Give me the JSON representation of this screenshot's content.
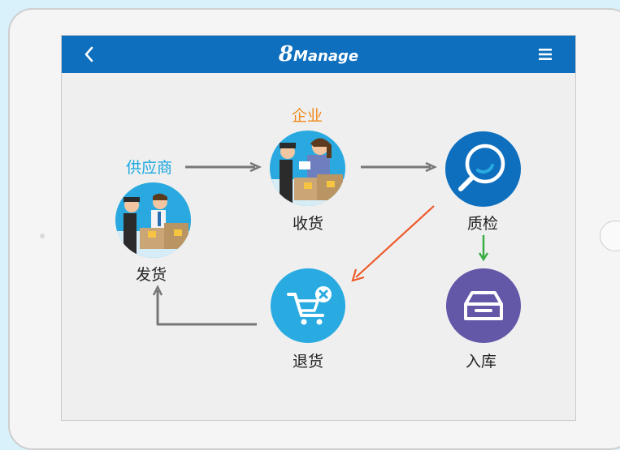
{
  "header": {
    "logo_number": "8",
    "logo_word": "Manage"
  },
  "flow": {
    "supplier_label": "供应商",
    "enterprise_label": "企业",
    "ship_label": "发货",
    "receive_label": "收货",
    "inspect_label": "质检",
    "return_label": "退货",
    "stock_label": "入库"
  },
  "icons": {
    "back": "chevron-left-icon",
    "menu": "hamburger-menu-icon",
    "inspect": "magnifier-icon",
    "return": "cart-remove-icon",
    "stock": "inbox-tray-icon"
  },
  "colors": {
    "nav": "#0d6fbe",
    "supplier": "#1aa6e0",
    "enterprise": "#f08a1c",
    "inspect": "#0d6fbe",
    "return": "#29abe2",
    "stock": "#6357a8",
    "arrow_gray": "#777777",
    "arrow_green": "#3aae45",
    "arrow_orange": "#ee5a29"
  }
}
